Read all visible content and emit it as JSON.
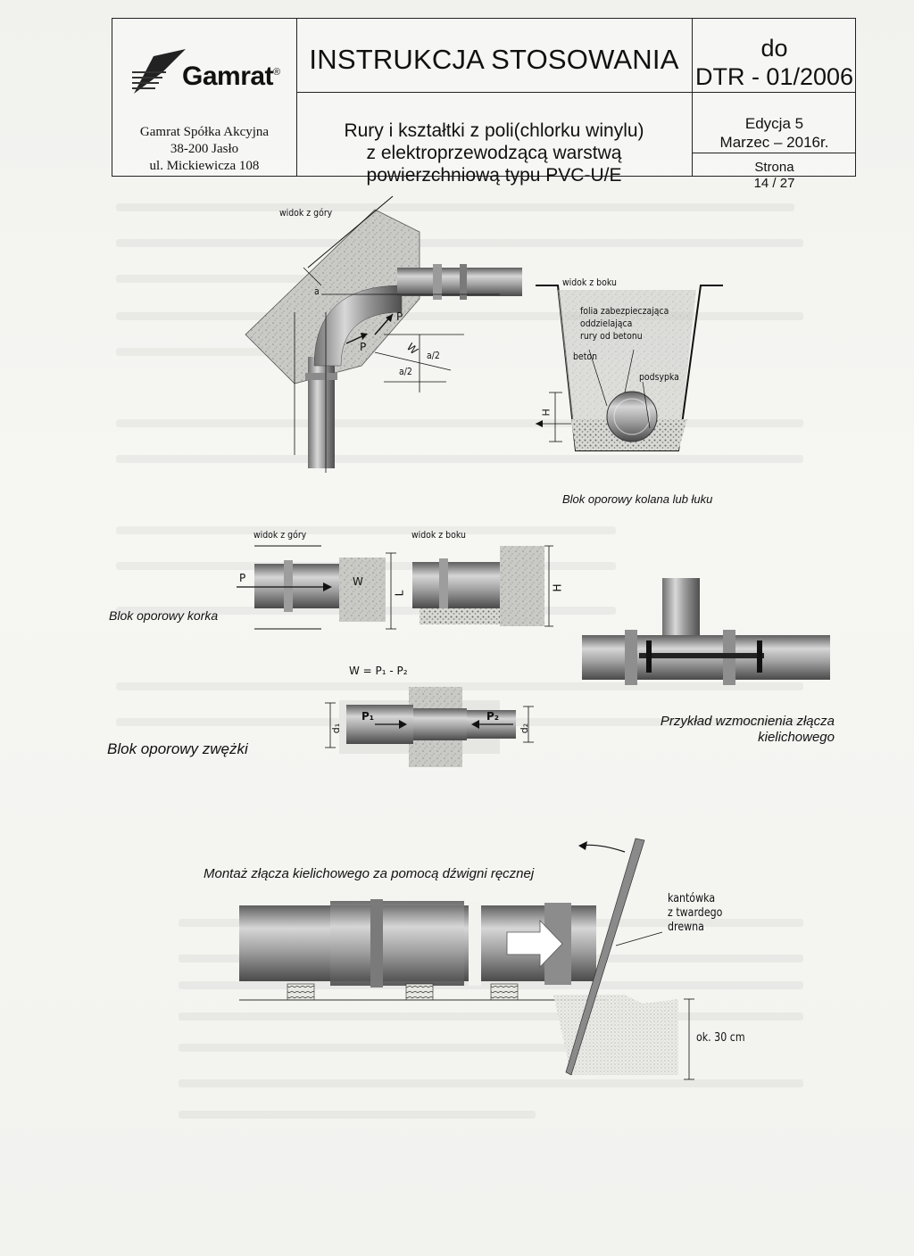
{
  "header": {
    "logo": "Gamrat",
    "logo_reg": "®",
    "company": "Gamrat Spółka Akcyjna",
    "postal": "38-200 Jasło",
    "street": "ul. Mickiewicza 108",
    "title": "INSTRUKCJA STOSOWANIA",
    "subtitle_1": "Rury i kształtki z poli(chlorku winylu)",
    "subtitle_2": "z elektroprzewodzącą warstwą",
    "subtitle_3": "powierzchniową typu PVC-U/E",
    "doc_prefix": "do",
    "doc_number": "DTR - 01/2006",
    "edition": "Edycja 5",
    "date": "Marzec – 2016r.",
    "page_label": "Strona",
    "page_number": "14 / 27"
  },
  "figure_elbow": {
    "top_view": "widok z góry",
    "side_view": "widok z boku",
    "label_foil_1": "folia zabezpieczająca",
    "label_foil_2": "oddzielająca",
    "label_foil_3": "rury od betonu",
    "label_concrete": "beton",
    "label_bedding": "podsypka",
    "label_P": "P",
    "label_W": "W",
    "label_a2": "a/2",
    "label_a": "a",
    "label_H": "H",
    "caption": "Blok oporowy kolana lub łuku"
  },
  "figure_cap": {
    "top_view": "widok z góry",
    "side_view": "widok z boku",
    "label_P": "P",
    "label_W": "W",
    "label_L": "L",
    "label_H": "H",
    "caption": "Blok oporowy korka"
  },
  "figure_reducer": {
    "formula": "W = P₁ - P₂",
    "label_P1": "P₁",
    "label_P2": "P₂",
    "label_d1": "d₁",
    "label_d2": "d₂",
    "caption": "Blok oporowy zwężki"
  },
  "figure_reinforcement": {
    "caption_1": "Przykład wzmocnienia złącza",
    "caption_2": "kielichowego"
  },
  "figure_lever": {
    "caption": "Montaż złącza kielichowego za pomocą dźwigni ręcznej",
    "label_1": "kantówka",
    "label_2": "z twardego",
    "label_3": "drewna",
    "depth": "ok. 30 cm"
  }
}
